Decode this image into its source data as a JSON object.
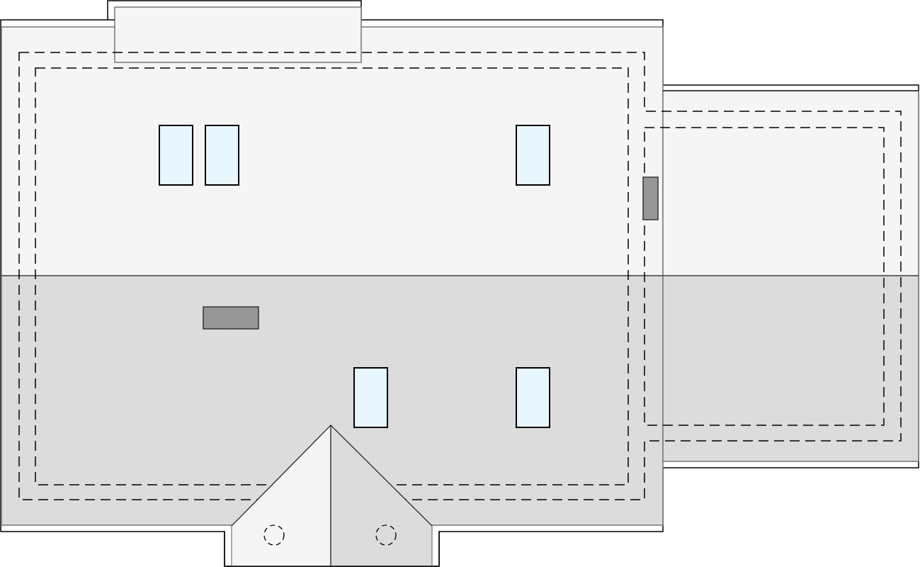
{
  "diagram": {
    "type": "roof-plan",
    "colors": {
      "roof_light": "#f5f5f5",
      "roof_shaded": "#dcdcdc",
      "skylight": "#e8f6fd",
      "chimney": "#999999",
      "outline": "#000000",
      "eave": "#777777"
    },
    "elements": [
      "main-roof",
      "top-dormer",
      "right-wing",
      "front-gable",
      "skylights",
      "chimneys",
      "wall-outline-dashed",
      "vent-circles"
    ]
  }
}
